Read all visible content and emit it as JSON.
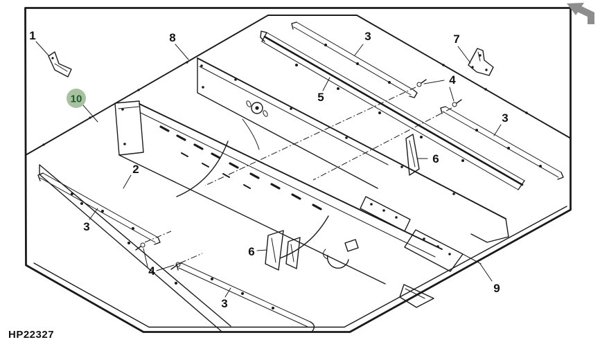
{
  "figure": {
    "code": "HP22327",
    "callouts": [
      {
        "label": "1"
      },
      {
        "label": "8"
      },
      {
        "label": "3"
      },
      {
        "label": "7"
      },
      {
        "label": "4"
      },
      {
        "label": "3"
      },
      {
        "label": "5"
      },
      {
        "label": "6"
      },
      {
        "label": "2"
      },
      {
        "label": "3"
      },
      {
        "label": "4"
      },
      {
        "label": "6"
      },
      {
        "label": "3"
      },
      {
        "label": "9"
      },
      {
        "label": "10",
        "highlighted": true
      }
    ],
    "colors": {
      "line": "#1a1a1a",
      "highlight_fill": "#a8c29f",
      "highlight_text": "#1c5a33",
      "nav_arrow": "#8d8d8d",
      "background": "#ffffff"
    }
  },
  "icons": {
    "nav_arrow": "back-arrow-icon"
  }
}
